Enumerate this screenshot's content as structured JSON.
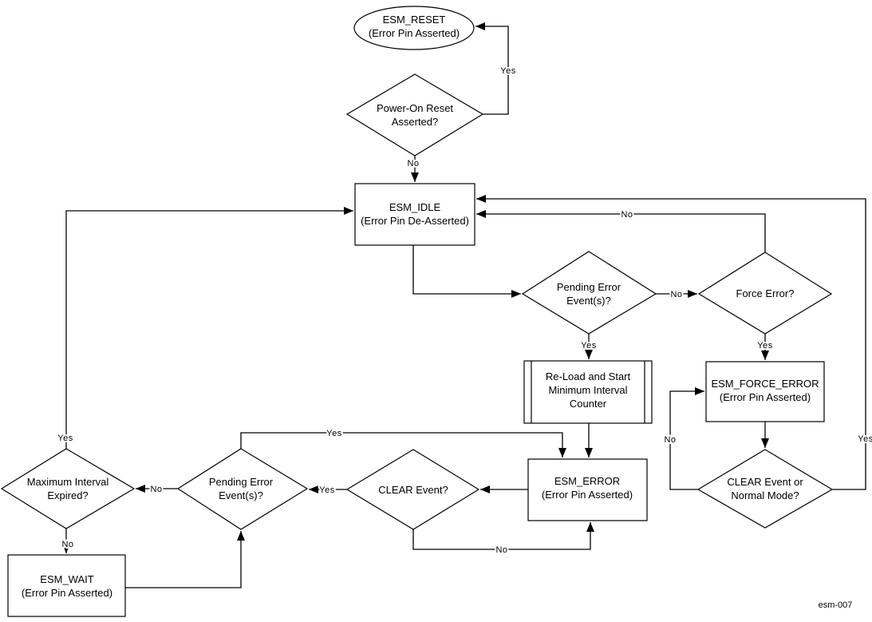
{
  "diagram": {
    "figure_label": "esm-007",
    "colors": {
      "line": "#000000",
      "background": "#ffffff"
    },
    "nodes": {
      "esm_reset": {
        "type": "terminator",
        "line1": "ESM_RESET",
        "line2": "(Error Pin Asserted)"
      },
      "power_on_reset": {
        "type": "decision",
        "line1": "Power-On Reset",
        "line2": "Asserted?"
      },
      "esm_idle": {
        "type": "process",
        "line1": "ESM_IDLE",
        "line2": "(Error Pin De-Asserted)"
      },
      "pending_error_upper": {
        "type": "decision",
        "line1": "Pending Error",
        "line2": "Event(s)?"
      },
      "force_error": {
        "type": "decision",
        "line1": "Force Error?"
      },
      "reload_counter": {
        "type": "predefined-process",
        "line1": "Re-Load and Start",
        "line2": "Minimum Interval",
        "line3": "Counter"
      },
      "esm_force_error": {
        "type": "process",
        "line1": "ESM_FORCE_ERROR",
        "line2": "(Error Pin Asserted)"
      },
      "clear_or_normal": {
        "type": "decision",
        "line1": "CLEAR Event or",
        "line2": "Normal Mode?"
      },
      "esm_error": {
        "type": "process",
        "line1": "ESM_ERROR",
        "line2": "(Error Pin Asserted)"
      },
      "clear_event": {
        "type": "decision",
        "line1": "CLEAR Event?"
      },
      "pending_error_lower": {
        "type": "decision",
        "line1": "Pending Error",
        "line2": "Event(s)?"
      },
      "max_interval": {
        "type": "decision",
        "line1": "Maximum Interval",
        "line2": "Expired?"
      },
      "esm_wait": {
        "type": "process",
        "line1": "ESM_WAIT",
        "line2": "(Error Pin Asserted)"
      }
    },
    "edge_labels": {
      "power_on_yes": "Yes",
      "power_on_no": "No",
      "pending_upper_no": "No",
      "pending_upper_yes": "Yes",
      "force_error_no": "No",
      "force_error_yes": "Yes",
      "clear_or_normal_yes": "Yes",
      "clear_or_normal_no": "No",
      "clear_event_yes": "Yes",
      "clear_event_no": "No",
      "pending_lower_yes": "Yes",
      "pending_lower_no": "No",
      "max_interval_yes": "Yes",
      "max_interval_no": "No"
    }
  }
}
